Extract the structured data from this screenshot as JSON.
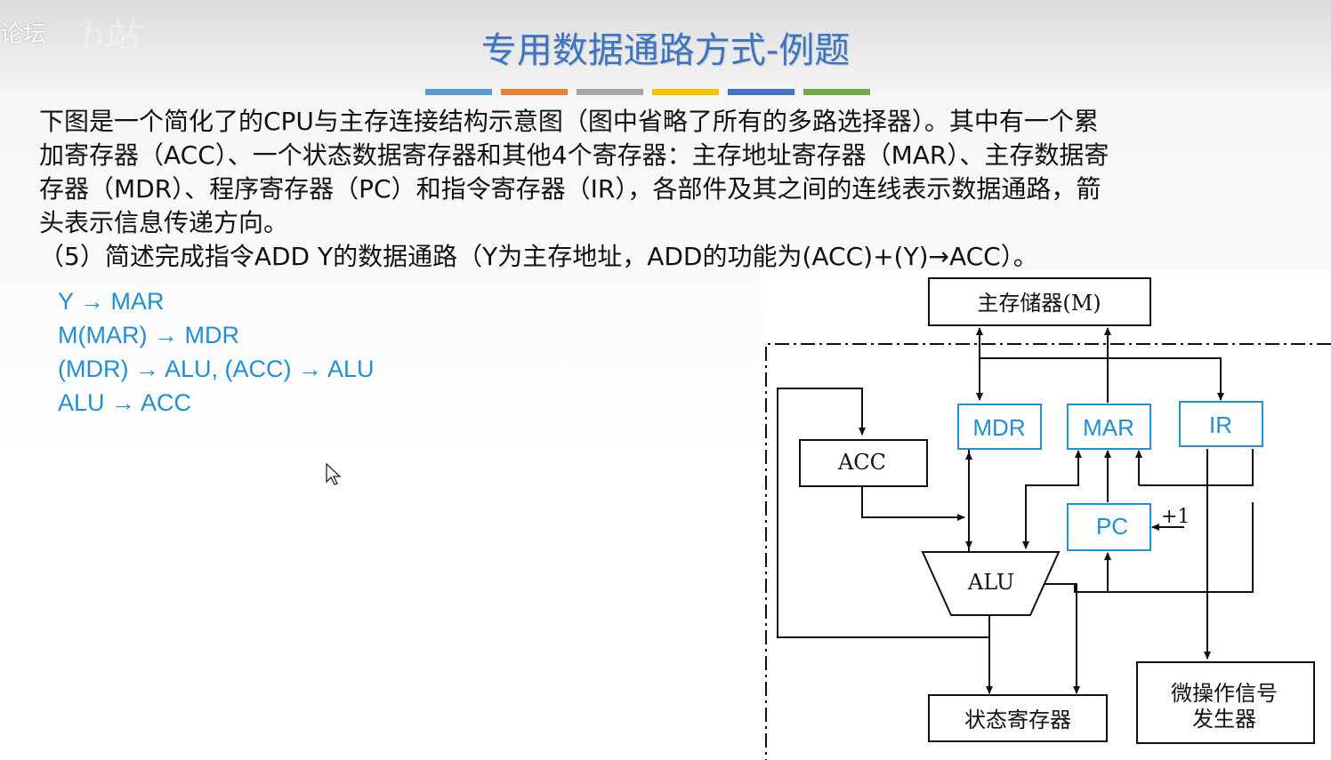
{
  "watermark": {
    "site": "论坛",
    "logo": "b站"
  },
  "slide": {
    "title": "专用数据通路方式-例题",
    "accent_bars": [
      "#5b9bd5",
      "#ed7d31",
      "#a5a5a5",
      "#ffc000",
      "#4472c4",
      "#70ad47"
    ],
    "problem_lines": [
      "下图是一个简化了的CPU与主存连接结构示意图（图中省略了所有的多路选择器）。其中有一个累",
      "加寄存器（ACC）、一个状态数据寄存器和其他4个寄存器：主存地址寄存器（MAR）、主存数据寄",
      "存器（MDR）、程序寄存器（PC）和指令寄存器（IR），各部件及其之间的连线表示数据通路，箭",
      "头表示信息传递方向。"
    ],
    "question": "（5）简述完成指令ADD Y的数据通路（Y为主存地址，ADD的功能为(ACC)+(Y)→ACC）。",
    "answer_lines": [
      "Y → MAR",
      "M(MAR) → MDR",
      "(MDR) → ALU, (ACC) → ALU",
      "ALU → ACC"
    ]
  },
  "diagram": {
    "memory": "主存储器(M)",
    "mdr": "MDR",
    "mar": "MAR",
    "ir": "IR",
    "acc": "ACC",
    "pc": "PC",
    "plus_one": "+1",
    "alu": "ALU",
    "status_reg": "状态寄存器",
    "micro_op_line1": "微操作信号",
    "micro_op_line2": "发生器",
    "colors": {
      "register_blue": "#1f8fd6",
      "line": "#111111"
    }
  }
}
